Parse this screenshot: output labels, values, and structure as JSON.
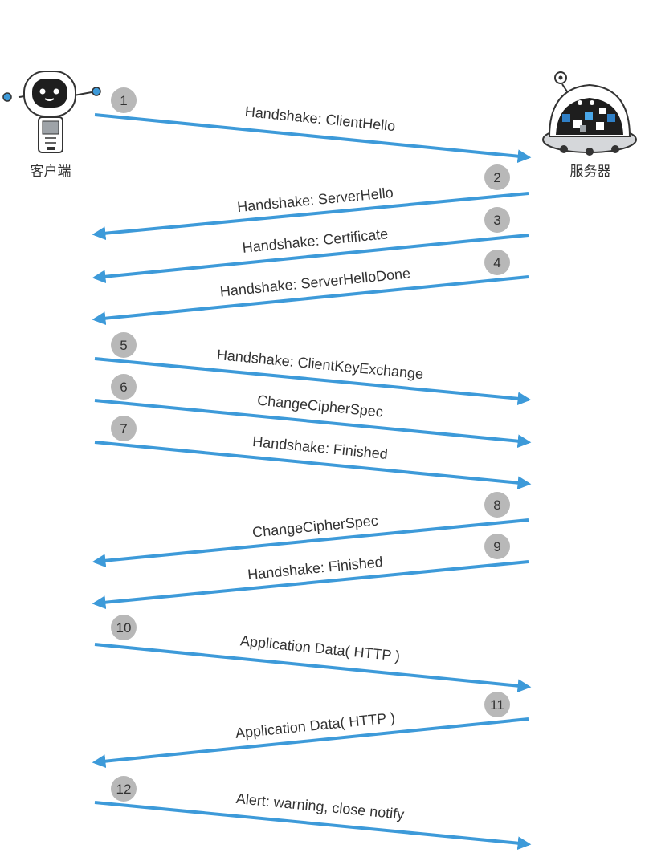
{
  "client": {
    "label": "客户端",
    "icon": "robot-client-icon"
  },
  "server": {
    "label": "服务器",
    "icon": "robot-server-icon"
  },
  "colors": {
    "arrow": "#3d9ad9",
    "badge": "#b8b8b8",
    "text": "#333333"
  },
  "messages": [
    {
      "step": "1",
      "label": "Handshake: ClientHello",
      "direction": "client-to-server"
    },
    {
      "step": "2",
      "label": "Handshake: ServerHello",
      "direction": "server-to-client"
    },
    {
      "step": "3",
      "label": "Handshake: Certificate",
      "direction": "server-to-client"
    },
    {
      "step": "4",
      "label": "Handshake: ServerHelloDone",
      "direction": "server-to-client"
    },
    {
      "step": "5",
      "label": "Handshake: ClientKeyExchange",
      "direction": "client-to-server"
    },
    {
      "step": "6",
      "label": "ChangeCipherSpec",
      "direction": "client-to-server"
    },
    {
      "step": "7",
      "label": "Handshake: Finished",
      "direction": "client-to-server"
    },
    {
      "step": "8",
      "label": "ChangeCipherSpec",
      "direction": "server-to-client"
    },
    {
      "step": "9",
      "label": "Handshake: Finished",
      "direction": "server-to-client"
    },
    {
      "step": "10",
      "label": "Application Data( HTTP )",
      "direction": "client-to-server"
    },
    {
      "step": "11",
      "label": "Application Data( HTTP )",
      "direction": "server-to-client"
    },
    {
      "step": "12",
      "label": "Alert: warning, close notify",
      "direction": "client-to-server"
    }
  ]
}
